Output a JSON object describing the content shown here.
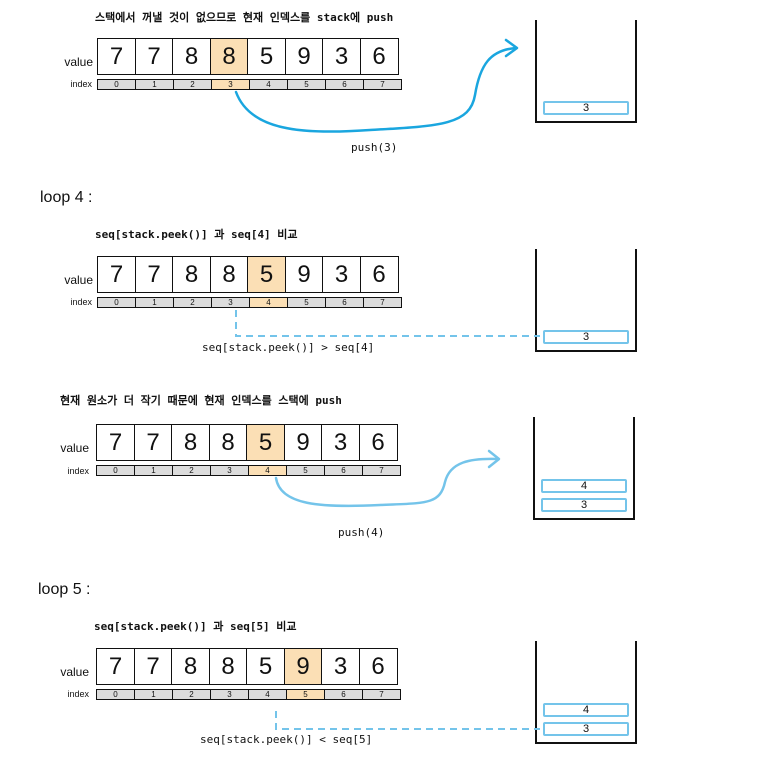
{
  "section1": {
    "caption": "스택에서 꺼낼 것이 없으므로 현재 인덱스를 stack에 push",
    "value_label": "value",
    "index_label": "index",
    "values": [
      "7",
      "7",
      "8",
      "8",
      "5",
      "9",
      "3",
      "6"
    ],
    "indices": [
      "0",
      "1",
      "2",
      "3",
      "4",
      "5",
      "6",
      "7"
    ],
    "highlight": 3,
    "stack": [
      "3"
    ],
    "arrow_label": "push(3)"
  },
  "loop4": {
    "title": "loop 4 :",
    "compare_caption": "seq[stack.peek()] 과 seq[4] 비교",
    "value_label": "value",
    "index_label": "index",
    "values": [
      "7",
      "7",
      "8",
      "8",
      "5",
      "9",
      "3",
      "6"
    ],
    "indices": [
      "0",
      "1",
      "2",
      "3",
      "4",
      "5",
      "6",
      "7"
    ],
    "highlight": 4,
    "stack": [
      "3"
    ],
    "compare_result": "seq[stack.peek()] > seq[4]"
  },
  "section3": {
    "caption": "현재 원소가 더 작기 때문에 현재 인덱스를 스택에 push",
    "value_label": "value",
    "index_label": "index",
    "values": [
      "7",
      "7",
      "8",
      "8",
      "5",
      "9",
      "3",
      "6"
    ],
    "indices": [
      "0",
      "1",
      "2",
      "3",
      "4",
      "5",
      "6",
      "7"
    ],
    "highlight": 4,
    "stack": [
      "4",
      "3"
    ],
    "arrow_label": "push(4)"
  },
  "loop5": {
    "title": "loop 5 :",
    "compare_caption": "seq[stack.peek()] 과 seq[5] 비교",
    "value_label": "value",
    "index_label": "index",
    "values": [
      "7",
      "7",
      "8",
      "8",
      "5",
      "9",
      "3",
      "6"
    ],
    "indices": [
      "0",
      "1",
      "2",
      "3",
      "4",
      "5",
      "6",
      "7"
    ],
    "highlight": 5,
    "stack": [
      "4",
      "3"
    ],
    "compare_result": "seq[stack.peek()] < seq[5]"
  },
  "colors": {
    "highlight": "#fbdfb5",
    "index_bg": "#dcdcdc",
    "stack_item_border": "#74c4ea",
    "arrow_dark": "#1aa6df",
    "arrow_light": "#74c4ea"
  }
}
